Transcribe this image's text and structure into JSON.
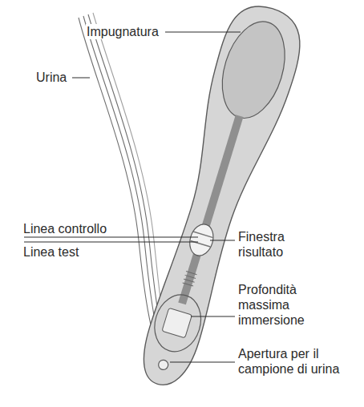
{
  "diagram": {
    "labels": [
      "Impugnatura",
      "Urina",
      "Linea controllo",
      "Linea test",
      "Finestra risultato",
      "Profondità massima immersione",
      "Apertura per il campione di urina"
    ]
  }
}
